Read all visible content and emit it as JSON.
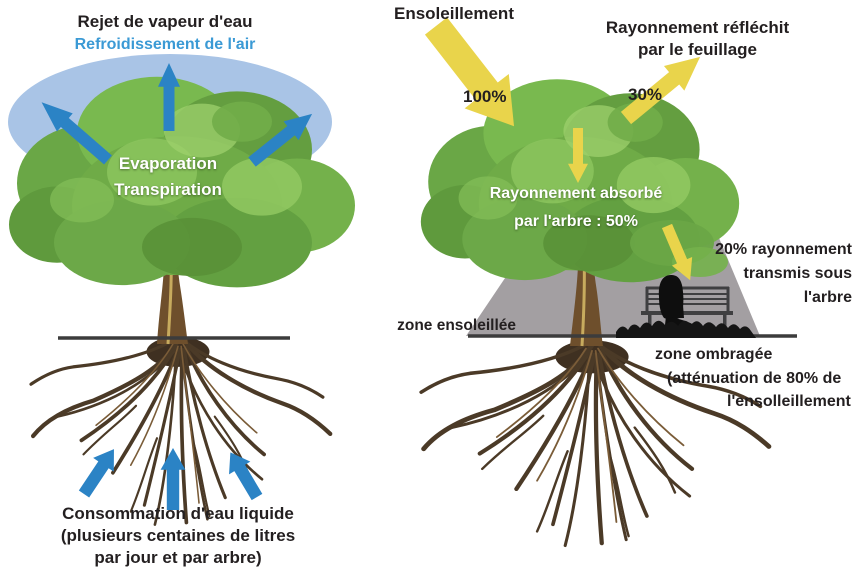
{
  "colors": {
    "arrow_blue": "#2b83c5",
    "cooling_ellipse_blue": "#a9c4e6",
    "arrow_yellow": "#e9d44b",
    "shadow_gray": "#a39fa2",
    "text_black": "#231f20",
    "text_blue": "#3b9ad5",
    "text_white": "#ffffff",
    "ground_line": "#3c3c3c",
    "canopy_green": "#6fab47",
    "root_brown": "#4b3a27"
  },
  "left_panel": {
    "vapor_label": "Rejet de vapeur d'eau",
    "cooling_label": "Refroidissement de l'air",
    "evaporation_label": "Evaporation",
    "transpiration_label": "Transpiration",
    "consumption_line1": "Consommation d'eau liquide",
    "consumption_line2": "(plusieurs centaines de litres",
    "consumption_line3": "par jour et par arbre)"
  },
  "right_panel": {
    "sunshine_label": "Ensoleillement",
    "sunshine_value": "100%",
    "reflected_line1": "Rayonnement réfléchit",
    "reflected_line2": "par le feuillage",
    "reflected_value": "30%",
    "absorbed_line1": "Rayonnement absorbé",
    "absorbed_line2": "par l'arbre : 50%",
    "transmitted_line1": "20% rayonnement",
    "transmitted_line2": "transmis sous",
    "transmitted_line3": "l'arbre",
    "sunny_zone_label": "zone ensoleillée",
    "shaded_zone_line1": "zone ombragée",
    "shaded_zone_line2": "(atténuation de 80% de",
    "shaded_zone_line3": "l'ensolleillement"
  }
}
